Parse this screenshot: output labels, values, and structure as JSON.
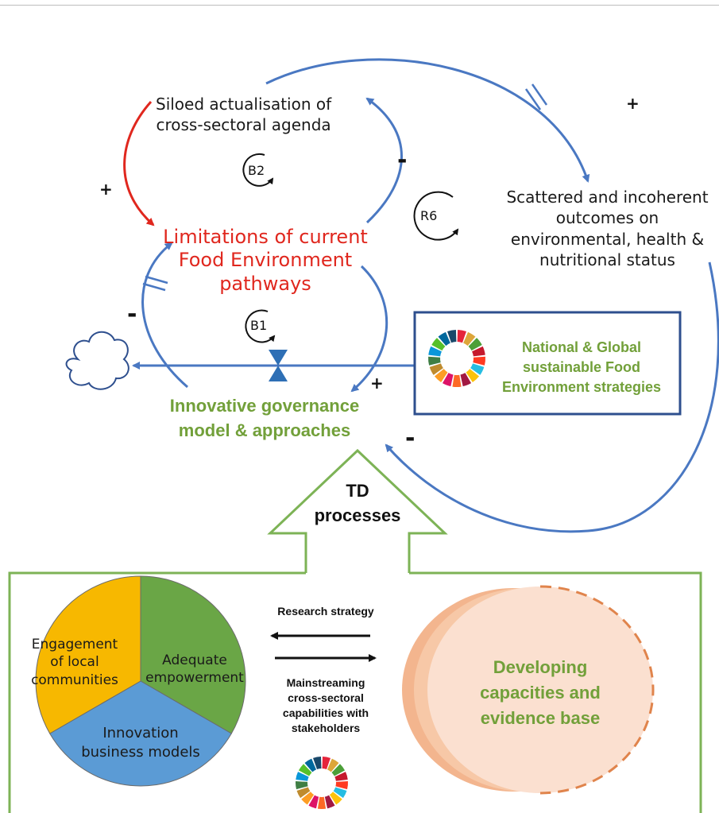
{
  "nodes": {
    "siloed": [
      "Siloed actualisation of",
      "cross-sectoral agenda"
    ],
    "limitations": [
      "Limitations of current",
      "Food Environment",
      "pathways"
    ],
    "scattered": [
      "Scattered and incoherent",
      "outcomes on",
      "environmental, health &",
      "nutritional status"
    ],
    "innovative": [
      "Innovative governance",
      "model & approaches"
    ],
    "national": [
      "National & Global",
      "sustainable Food",
      "Environment strategies"
    ]
  },
  "loops": {
    "b2": "B2",
    "b1": "B1",
    "r6": "R6"
  },
  "signs": {
    "plus_left": "+",
    "plus_top_right": "+",
    "plus_center": "+",
    "minus_upper": "-",
    "minus_left": "-",
    "minus_right": "-"
  },
  "td": [
    "TD",
    "processes"
  ],
  "pie": {
    "engagement": [
      "Engagement",
      "of local",
      "communities"
    ],
    "empowerment": [
      "Adequate",
      "empowerment"
    ],
    "innovation": [
      "Innovation",
      "business models"
    ]
  },
  "arrows": {
    "research": "Research strategy",
    "mainstreaming": [
      "Mainstreaming",
      "cross-sectoral",
      "capabilities with",
      "stakeholders"
    ]
  },
  "capacity": [
    "Developing",
    "capacities and",
    "evidence base"
  ],
  "colors": {
    "blue_arrow": "#4a78c2",
    "red_arrow": "#e0271e",
    "green_text": "#72a03a",
    "box_border": "#2e4f8e",
    "frame_green": "#7db356",
    "pie_yellow": "#f7b800",
    "pie_green": "#6aa646",
    "pie_blue": "#5b9bd5",
    "ellipse_fill": "#fbe0d0",
    "ellipse_stroke": "#e0844c"
  },
  "icons": [
    "cloud-icon",
    "valve-icon",
    "sdg-wheel-icon",
    "loop-arrow-icon"
  ]
}
